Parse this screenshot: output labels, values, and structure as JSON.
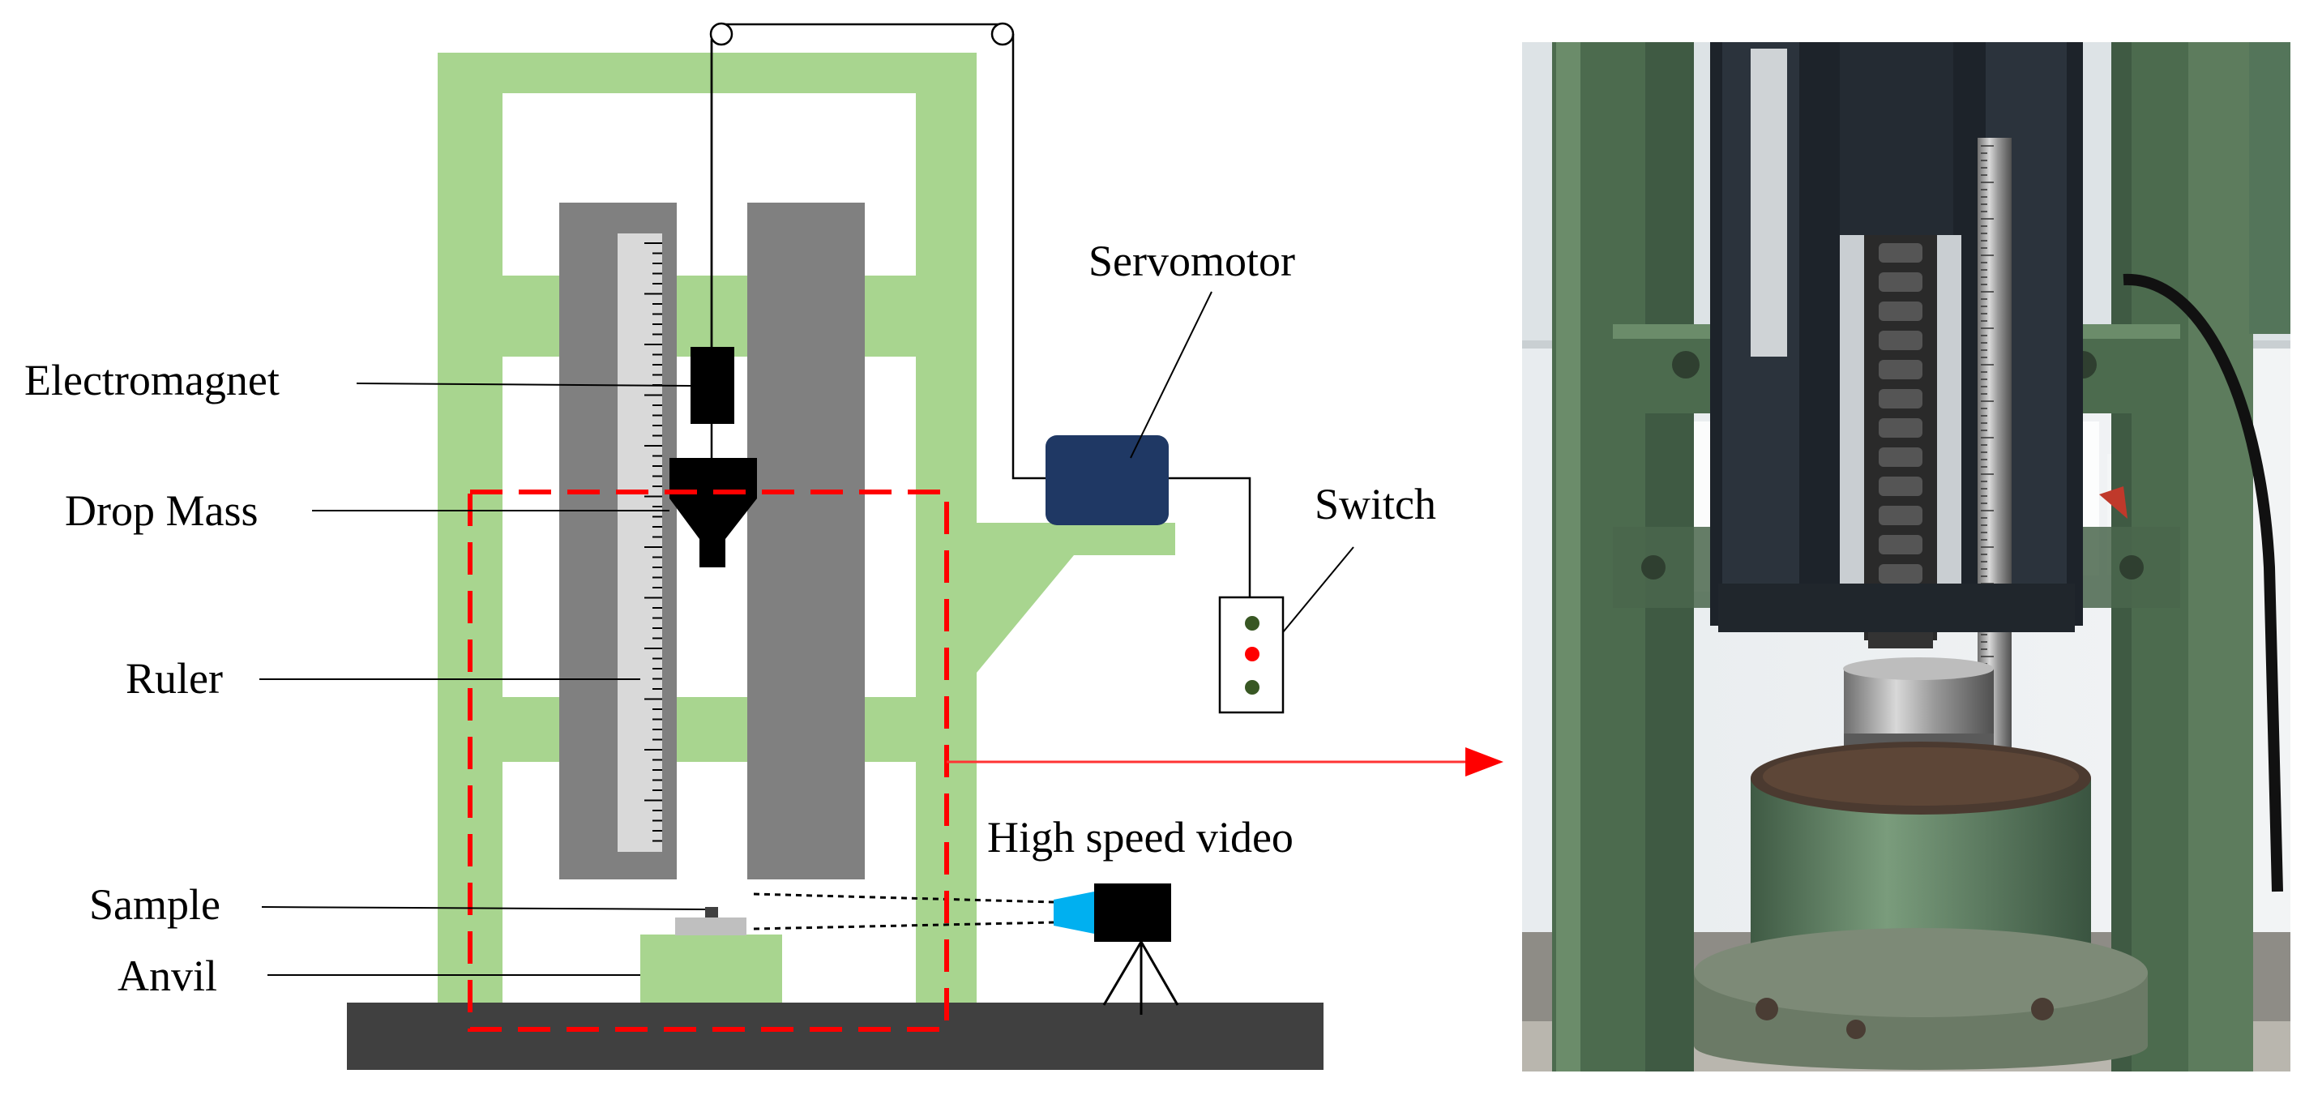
{
  "labels": {
    "electromagnet": "Electromagnet",
    "drop_mass": "Drop Mass",
    "ruler": "Ruler",
    "sample": "Sample",
    "anvil": "Anvil",
    "servomotor": "Servomotor",
    "switch": "Switch",
    "high_speed_video": "High speed video"
  },
  "colors": {
    "frame_green": "#a8d58f",
    "column_gray": "#808080",
    "ruler_light": "#d9d9d9",
    "base_dark": "#404040",
    "servomotor_navy": "#1f3864",
    "dash_red": "#ff0000",
    "arrow_red": "#ff3333",
    "camera_lens": "#00b0f0",
    "switch_green": "#385723",
    "switch_red": "#ff0000",
    "photo_machine_green": "#4c6b4e"
  },
  "icons": {
    "camera": "video-camera-icon",
    "switch_box": "switch-box-icon",
    "photo": "drop-weight-machine-photo"
  }
}
